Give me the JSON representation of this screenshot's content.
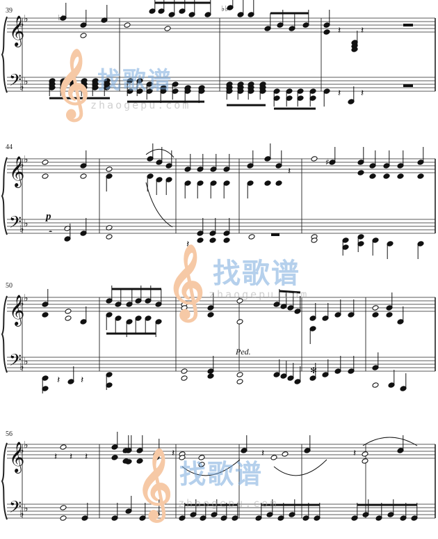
{
  "measure_numbers": [
    "39",
    "44",
    "50",
    "56"
  ],
  "dynamics": {
    "piano": "p"
  },
  "pedal": {
    "down": "Ped.",
    "up": "✻"
  },
  "watermark": {
    "chinese": "找歌谱",
    "url": "zhaogepu.com"
  },
  "key_signature": "B-flat major (2 flats)",
  "clefs": {
    "upper": "treble",
    "lower": "bass"
  }
}
